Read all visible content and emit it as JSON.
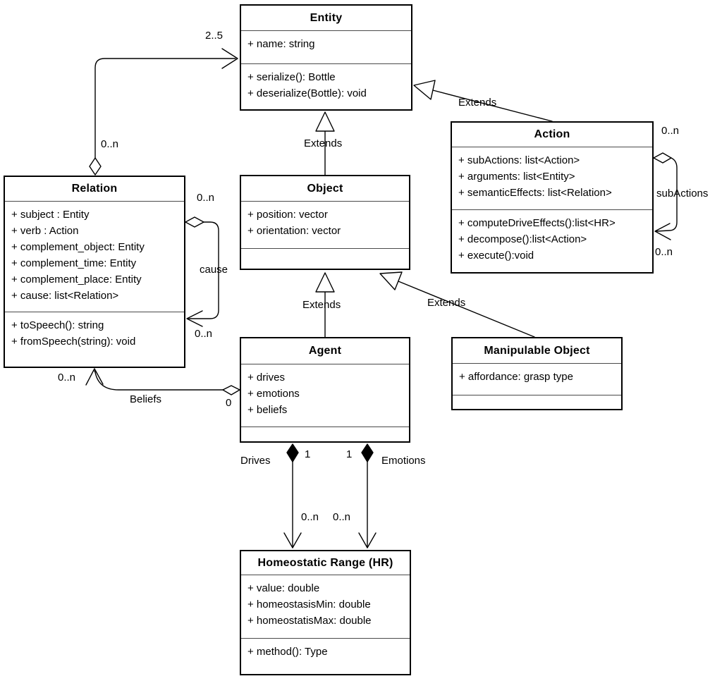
{
  "diagram": {
    "kind": "uml-class-diagram"
  },
  "classes": {
    "entity": {
      "name": "Entity",
      "attributes": [
        "+ name: string"
      ],
      "methods": [
        "+ serialize(): Bottle",
        "+ deserialize(Bottle): void"
      ]
    },
    "object": {
      "name": "Object",
      "attributes": [
        "+ position: vector",
        "+ orientation: vector"
      ],
      "methods": []
    },
    "action": {
      "name": "Action",
      "attributes": [
        "+ subActions: list<Action>",
        "+ arguments: list<Entity>",
        "+ semanticEffects: list<Relation>"
      ],
      "methods": [
        "+ computeDriveEffects():list<HR>",
        "+ decompose():list<Action>",
        "+ execute():void"
      ]
    },
    "relation": {
      "name": "Relation",
      "attributes": [
        "+ subject : Entity",
        "+ verb : Action",
        "+ complement_object: Entity",
        "+ complement_time: Entity",
        "+ complement_place: Entity",
        "+ cause: list<Relation>"
      ],
      "methods": [
        "+ toSpeech(): string",
        "+ fromSpeech(string): void"
      ]
    },
    "agent": {
      "name": "Agent",
      "attributes": [
        "+ drives",
        "+ emotions",
        "+ beliefs"
      ],
      "methods": []
    },
    "manipulable_object": {
      "name": "Manipulable Object",
      "attributes": [
        "+ affordance: grasp type"
      ],
      "methods": []
    },
    "homeostatic_range": {
      "name": "Homeostatic Range (HR)",
      "attributes": [
        "+ value: double",
        "+ homeostasisMin: double",
        "+ homeostatisMax: double"
      ],
      "methods": [
        "+ method(): Type"
      ]
    }
  },
  "connectors": {
    "relation_aggregates_entity": {
      "source_multiplicity": "0..n",
      "target_multiplicity": "2..5"
    },
    "object_extends_entity": {
      "label": "Extends"
    },
    "action_extends_entity": {
      "label": "Extends"
    },
    "agent_extends_object": {
      "label": "Extends"
    },
    "manipulable_extends_object": {
      "label": "Extends"
    },
    "relation_cause_loop": {
      "label": "cause",
      "top_multiplicity": "0..n",
      "bottom_multiplicity": "0..n"
    },
    "action_subactions_loop": {
      "label": "subActions",
      "top_multiplicity": "0..n",
      "bottom_multiplicity": "0..n"
    },
    "agent_beliefs_relation": {
      "label": "Beliefs",
      "agent_multiplicity": "0",
      "relation_multiplicity": "0..n"
    },
    "agent_drives_hr": {
      "label": "Drives",
      "agent_multiplicity": "1",
      "hr_multiplicity": "0..n"
    },
    "agent_emotions_hr": {
      "label": "Emotions",
      "agent_multiplicity": "1",
      "hr_multiplicity": "0..n"
    }
  },
  "colors": {
    "line": "#000000",
    "background": "#ffffff"
  }
}
